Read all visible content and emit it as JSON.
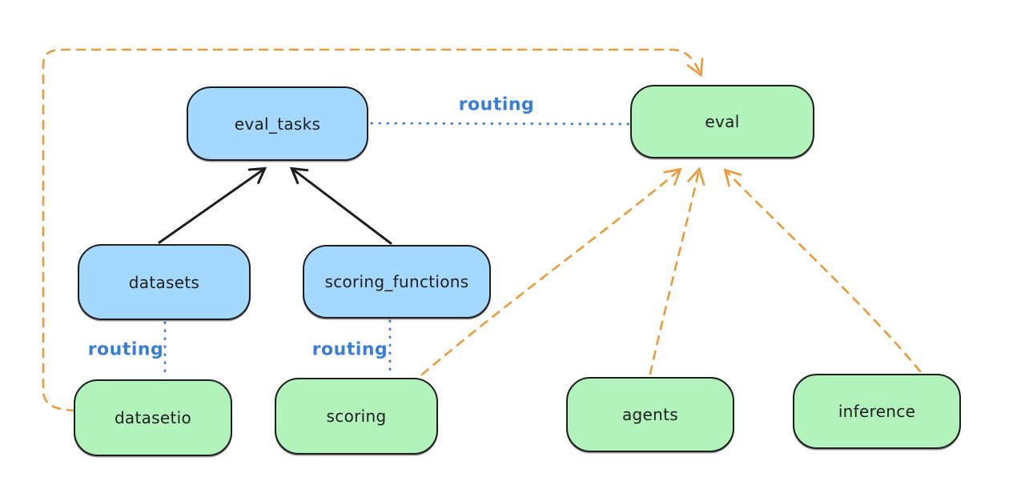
{
  "diagram": {
    "background": "#ffffff",
    "nodes": {
      "eval_tasks": {
        "label": "eval_tasks",
        "kind": "resource",
        "fill": "#a5d8ff"
      },
      "eval": {
        "label": "eval",
        "kind": "api",
        "fill": "#b2f2bb"
      },
      "datasets": {
        "label": "datasets",
        "kind": "resource",
        "fill": "#a5d8ff"
      },
      "scoring_functions": {
        "label": "scoring_functions",
        "kind": "resource",
        "fill": "#a5d8ff"
      },
      "datasetio": {
        "label": "datasetio",
        "kind": "api",
        "fill": "#b2f2bb"
      },
      "scoring": {
        "label": "scoring",
        "kind": "api",
        "fill": "#b2f2bb"
      },
      "agents": {
        "label": "agents",
        "kind": "api",
        "fill": "#b2f2bb"
      },
      "inference": {
        "label": "inference",
        "kind": "api",
        "fill": "#b2f2bb"
      }
    },
    "edge_labels": {
      "routing": "routing"
    },
    "edges": [
      {
        "from": "datasets",
        "to": "eval_tasks",
        "style": "solid-black-arrow"
      },
      {
        "from": "scoring_functions",
        "to": "eval_tasks",
        "style": "solid-black-arrow"
      },
      {
        "from": "eval_tasks",
        "to": "eval",
        "style": "dotted-blue",
        "label": "routing"
      },
      {
        "from": "datasets",
        "to": "datasetio",
        "style": "dotted-blue",
        "label": "routing"
      },
      {
        "from": "scoring_functions",
        "to": "scoring",
        "style": "dotted-blue",
        "label": "routing"
      },
      {
        "from": "datasetio",
        "to": "eval",
        "style": "dashed-orange-arrow"
      },
      {
        "from": "scoring",
        "to": "eval",
        "style": "dashed-orange-arrow"
      },
      {
        "from": "agents",
        "to": "eval",
        "style": "dashed-orange-arrow"
      },
      {
        "from": "inference",
        "to": "eval",
        "style": "dashed-orange-arrow"
      }
    ],
    "colors": {
      "node_fill_blue": "#a5d8ff",
      "node_fill_green": "#b2f2bb",
      "node_border": "#1e1e1e",
      "solid_arrow": "#1e1e1e",
      "routing_edge": "#3a7dd2",
      "provider_edge": "#e89b3d"
    }
  }
}
